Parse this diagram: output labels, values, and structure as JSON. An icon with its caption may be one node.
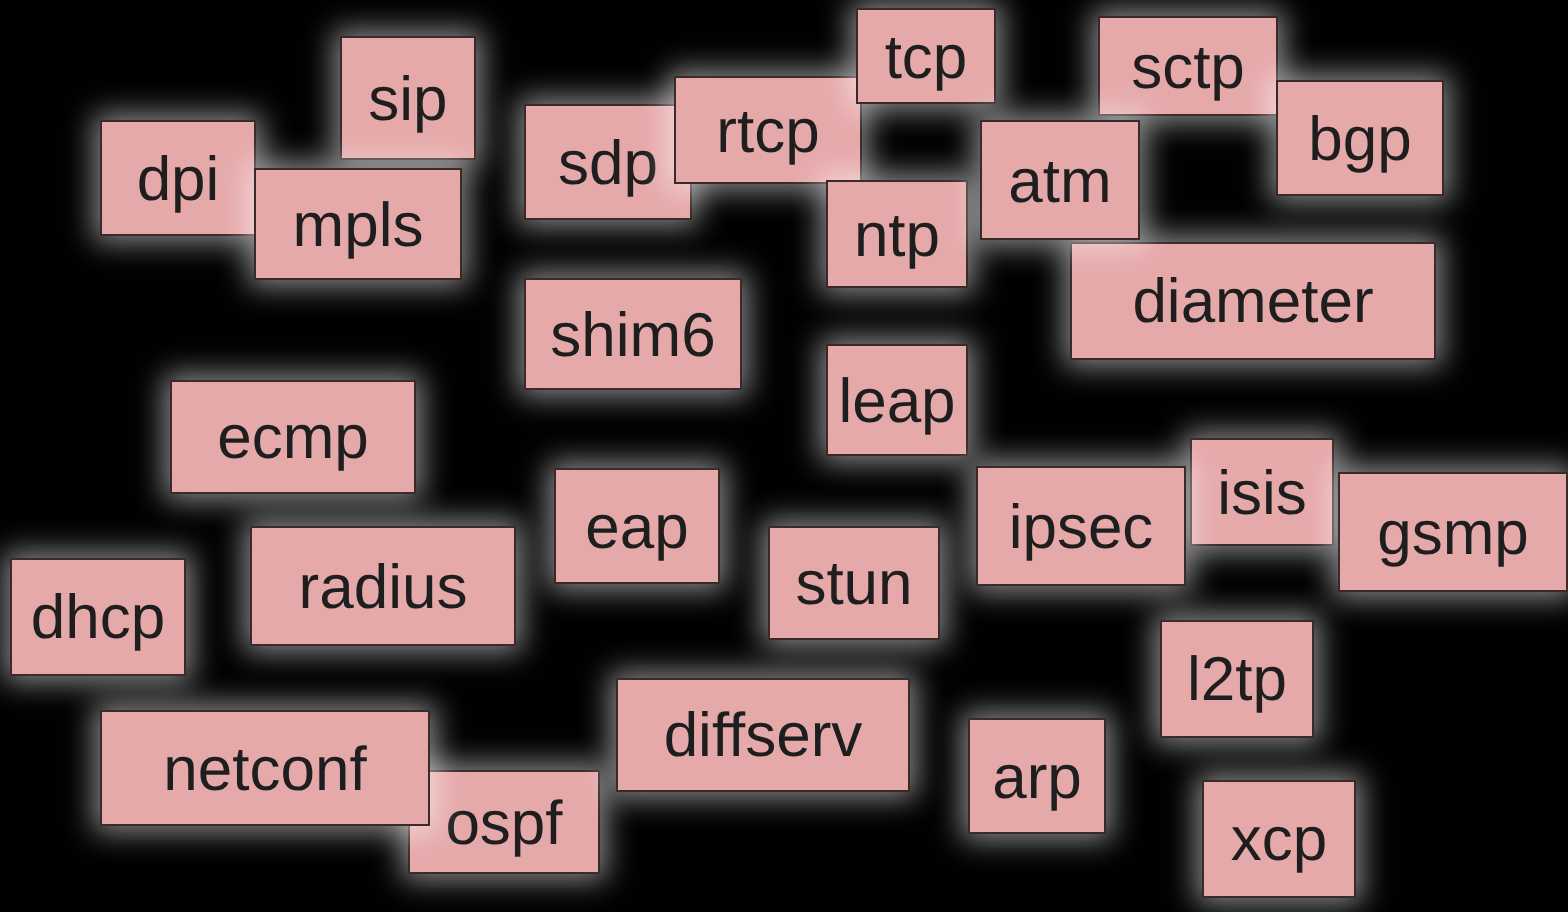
{
  "diagram": {
    "nodes": [
      {
        "text": [
          "tcp"
        ]
      },
      {
        "text": [
          "sctp"
        ]
      },
      {
        "text": [
          "sip"
        ]
      },
      {
        "text": [
          "rtcp"
        ]
      },
      {
        "text": [
          "bgp"
        ]
      },
      {
        "text": [
          "sdp"
        ]
      },
      {
        "text": [
          "dpi"
        ]
      },
      {
        "text": [
          "atm"
        ]
      },
      {
        "text": [
          "mpls"
        ]
      },
      {
        "text": [
          "ntp"
        ]
      },
      {
        "text": [
          "diameter"
        ]
      },
      {
        "text": [
          "shim6"
        ]
      },
      {
        "text": [
          "leap"
        ]
      },
      {
        "text": [
          "ecmp"
        ]
      },
      {
        "text": [
          "isis"
        ]
      },
      {
        "text": [
          "eap"
        ]
      },
      {
        "text": [
          "ipsec"
        ]
      },
      {
        "text": [
          "gsmp"
        ]
      },
      {
        "text": [
          "radius"
        ]
      },
      {
        "text": [
          "stun"
        ]
      },
      {
        "text": [
          "dhcp"
        ]
      },
      {
        "text": [
          "l2tp"
        ]
      },
      {
        "text": [
          "diffserv"
        ]
      },
      {
        "text": [
          "netconf"
        ]
      },
      {
        "text": [
          "arp"
        ]
      },
      {
        "text": [
          "ospf"
        ]
      },
      {
        "text": [
          "xcp"
        ]
      }
    ]
  }
}
